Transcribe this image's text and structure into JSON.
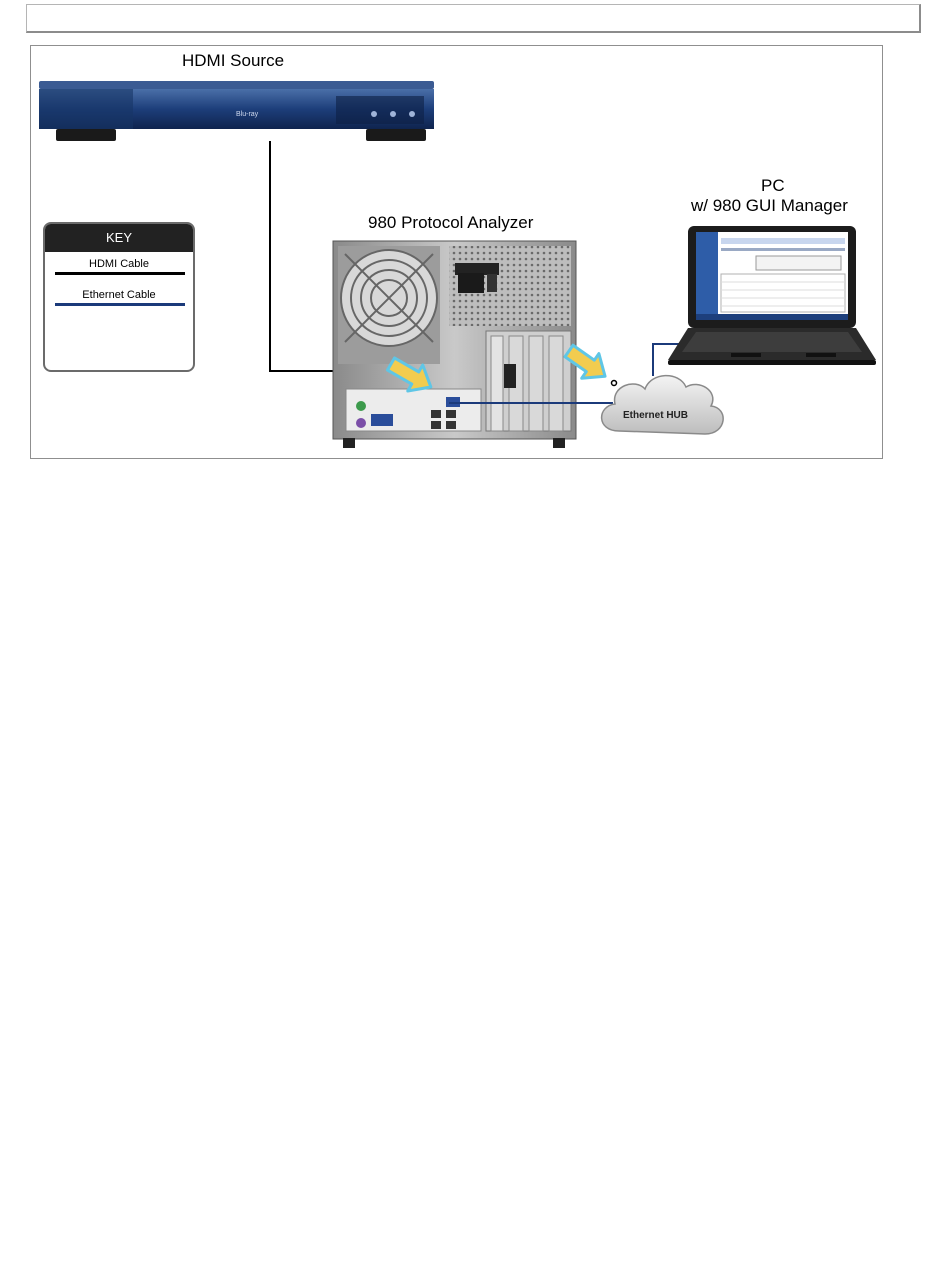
{
  "labels": {
    "hdmi_source": "HDMI Source",
    "analyzer": "980 Protocol Analyzer",
    "pc_line1": "PC",
    "pc_line2": "w/ 980 GUI Manager",
    "ethernet_hub": "Ethernet HUB"
  },
  "key": {
    "title": "KEY",
    "items": [
      {
        "label": "HDMI Cable",
        "color": "#000000"
      },
      {
        "label": "Ethernet Cable",
        "color": "#1b3a7a"
      }
    ]
  },
  "colors": {
    "hdmi_cable": "#000000",
    "ethernet_cable": "#1b3a7a",
    "arrow_fill": "#f2cc4f",
    "arrow_outline": "#5fc6e6"
  }
}
